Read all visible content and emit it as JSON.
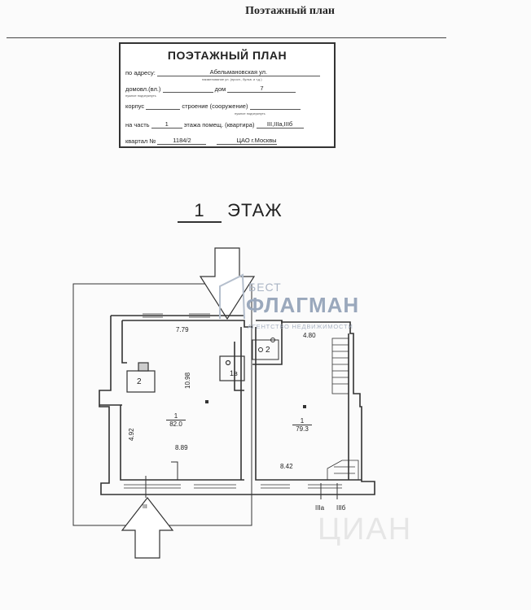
{
  "document": {
    "heading": "Поэтажный план"
  },
  "stamp": {
    "title": "ПОЭТАЖНЫЙ ПЛАН",
    "address_label": "по адресу:",
    "address_value": "Абельмановская ул.",
    "address_hint": "наименование ул. (просп., бульв. и т.д.)",
    "house_label": "домовл.(вл.)",
    "house_hint": "нужное подчеркнуть",
    "dom_label": "дом",
    "dom_value": "7",
    "korpus_label": "корпус",
    "building_label": "строение (сооружение)",
    "building_hint": "нужное подчеркнуть",
    "part_label": "на часть",
    "part_value": "1",
    "floor_label": "этажа помещ. (квартира)",
    "floor_value": "III,IIIа,IIIб",
    "block_label": "квартал №",
    "block_value": "1184/2",
    "district_value": "ЦАО г.Москвы"
  },
  "floor_title": {
    "number": "1",
    "word": "ЭТАЖ"
  },
  "plan": {
    "dims": {
      "top_left": "7.79",
      "inner_left_vertical": "10.98",
      "outer_left_vertical": "4.92",
      "bottom_left": "8.89",
      "top_right": "4.80",
      "bottom_right": "8.42"
    },
    "rooms": {
      "left_number": "1",
      "left_area": "82.0",
      "right_number": "1",
      "right_area": "79.3",
      "stair_room": "2",
      "small_room": "2",
      "wc_room": "1в"
    },
    "entrances": {
      "main": "III",
      "a": "IIIа",
      "b": "IIIб"
    }
  },
  "watermark": {
    "line1": "БЕСТ",
    "line2": "ФЛАГМАН",
    "line3": "АГЕНТСТВО НЕДВИЖИМОСТИ",
    "corner": "ЦИАН"
  }
}
